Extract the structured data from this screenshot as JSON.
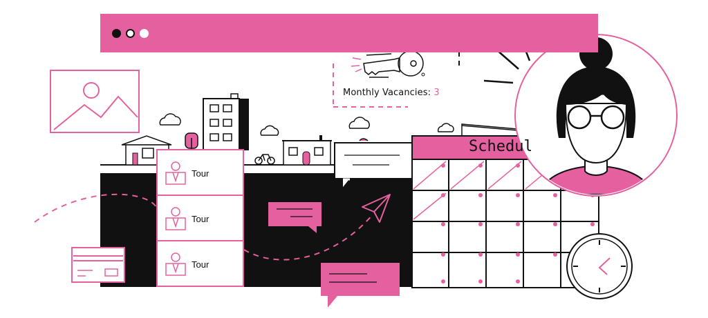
{
  "browser": {
    "dots": [
      "close-dot",
      "minimize-dot",
      "maximize-dot"
    ],
    "dot_colors": [
      "#111111",
      "#ffffff",
      "#ffffff"
    ]
  },
  "vacancies": {
    "label": "Monthly Vacancies:",
    "count": "3"
  },
  "tours": {
    "items": [
      {
        "label": "Tour"
      },
      {
        "label": "Tour"
      },
      {
        "label": "Tour"
      }
    ]
  },
  "schedule": {
    "title": "Schedule"
  },
  "colors": {
    "accent": "#e5609e",
    "ink": "#111111",
    "background": "#ffffff"
  },
  "icons": [
    "image-placeholder-icon",
    "key-icon",
    "location-pin-icon",
    "paper-plane-icon",
    "chat-bubble-icon",
    "credit-card-icon",
    "clock-icon",
    "user-avatar-icon",
    "cloud-icon",
    "house-icon",
    "apartment-building-icon",
    "bicycle-icon",
    "tree-icon"
  ]
}
